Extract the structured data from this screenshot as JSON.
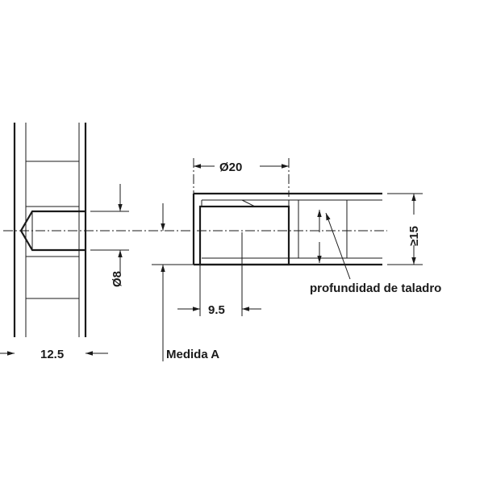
{
  "labels": {
    "dim_12_5": "12.5",
    "dim_diam_8": "Ø8",
    "dim_9_5": "9.5",
    "dim_diam_20": "Ø20",
    "dim_ge_15": "≥15",
    "medida_a": "Medida A",
    "profundidad": "profundidad de taladro"
  },
  "colors": {
    "line": "#1a1a1a",
    "background": "#ffffff"
  }
}
